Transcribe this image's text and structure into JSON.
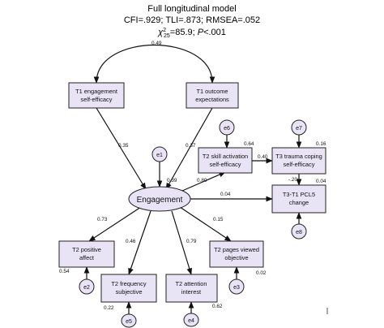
{
  "title": {
    "line1": "Full longitudinal model",
    "line2": "CFI=.929; TLI=.873; RMSEA=.052",
    "chi_symbol": "χ",
    "chi_sup": "2",
    "chi_sub": "25",
    "chi_value": "=85.9; ",
    "p_label": "P",
    "p_value": "<.001"
  },
  "boxes": {
    "t1_efficacy": [
      "T1 engagement",
      "self-efficacy"
    ],
    "t1_outcome": [
      "T1 outcome",
      "expectations"
    ],
    "t2_skill": [
      "T2 skill activation",
      "self-efficacy"
    ],
    "t3_trauma": [
      "T3 trauma coping",
      "self-efficacy"
    ],
    "t3t1_pcl5": [
      "T3-T1 PCL5",
      "change"
    ],
    "t2_positive": [
      "T2 positive",
      "affect"
    ],
    "t2_frequency": [
      "T2 frequency",
      "subjective"
    ],
    "t2_attention": [
      "T2 attention",
      "interest"
    ],
    "t2_pages": [
      "T2 pages viewed",
      "objective"
    ]
  },
  "latent": {
    "engagement": "Engagement"
  },
  "errors": {
    "e1": "e1",
    "e2": "e2",
    "e3": "e3",
    "e4": "e4",
    "e5": "e5",
    "e6": "e6",
    "e7": "e7",
    "e8": "e8"
  },
  "coefficients": {
    "cov_t1": "0.49",
    "t1eff_eng": "0.35",
    "t1out_eng": "0.37",
    "e1_eng": "0.39",
    "eng_skill": "0.80",
    "skill_r2": "0.64",
    "skill_trauma": "0.40",
    "trauma_r2": "0.16",
    "trauma_pcl5": "-.20",
    "pcl5_r2": "0.04",
    "eng_pcl5": "0.04",
    "eng_positive": "0.73",
    "eng_frequency": "0.46",
    "eng_attention": "0.79",
    "eng_pages": "0.15",
    "positive_r2": "0.54",
    "frequency_r2": "0.22",
    "attention_r2": "0.62",
    "pages_r2": "0.02"
  },
  "colors": {
    "node_fill": "#e8e4f6",
    "stroke": "#222222"
  }
}
